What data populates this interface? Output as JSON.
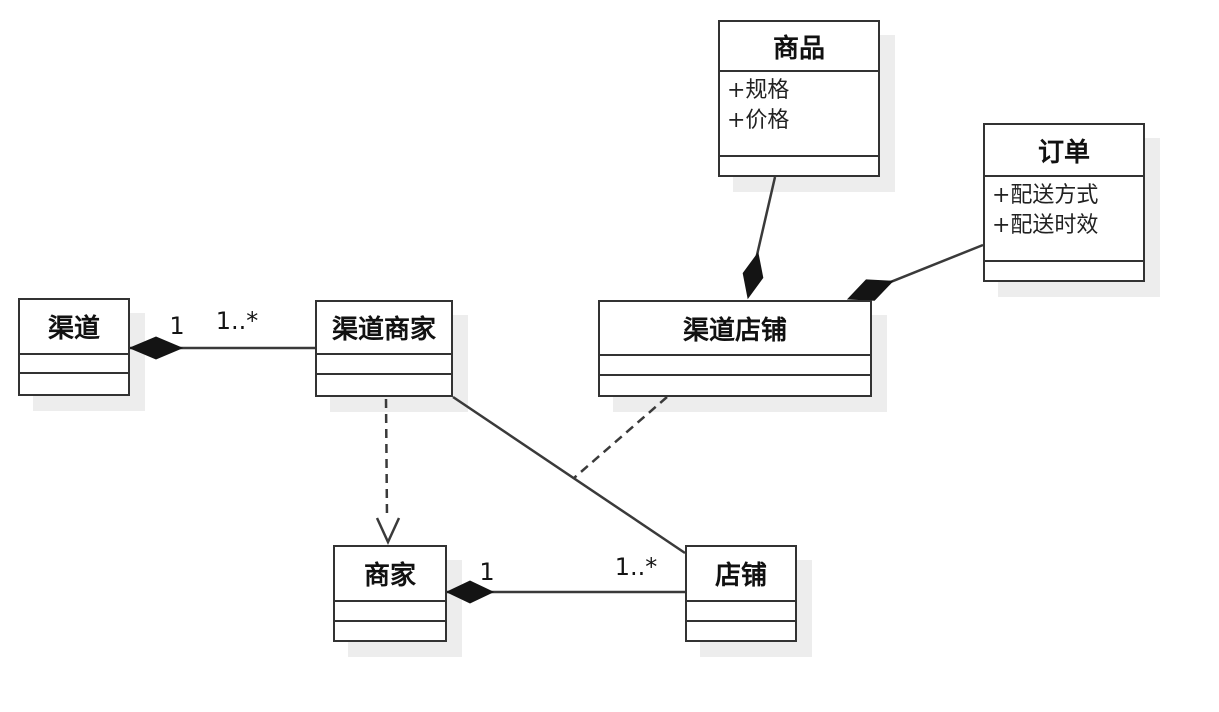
{
  "diagram": {
    "kind": "UML class diagram",
    "classes": [
      {
        "name": "商品",
        "attributes": [
          "+规格",
          "+价格"
        ]
      },
      {
        "name": "订单",
        "attributes": [
          "+配送方式",
          "+配送时效"
        ]
      },
      {
        "name": "渠道",
        "attributes": []
      },
      {
        "name": "渠道商家",
        "attributes": []
      },
      {
        "name": "渠道店铺",
        "attributes": []
      },
      {
        "name": "商家",
        "attributes": []
      },
      {
        "name": "店铺",
        "attributes": []
      }
    ],
    "relationships": [
      {
        "from": "渠道",
        "to": "渠道商家",
        "type": "composition",
        "diamond_at": "渠道",
        "from_mult": "1",
        "to_mult": "1..*"
      },
      {
        "from": "商家",
        "to": "店铺",
        "type": "composition",
        "diamond_at": "商家",
        "from_mult": "1",
        "to_mult": "1..*"
      },
      {
        "from": "商品",
        "to": "渠道店铺",
        "type": "composition",
        "diamond_at": "渠道店铺"
      },
      {
        "from": "订单",
        "to": "渠道店铺",
        "type": "composition",
        "diamond_at": "渠道店铺"
      },
      {
        "from": "渠道商家",
        "to": "商家",
        "type": "dependency (dashed arrow)"
      },
      {
        "from": "渠道商家",
        "to": "店铺",
        "type": "association"
      },
      {
        "from": "渠道店铺",
        "to": "渠道商家—店铺 association",
        "type": "association class link (dashed)"
      }
    ],
    "colors": {
      "background": "#ffffff",
      "box_fill": "#ffffff",
      "border": "#333333",
      "line": "#3a3a3a",
      "shadow": "#ededed",
      "text": "#111111"
    }
  }
}
